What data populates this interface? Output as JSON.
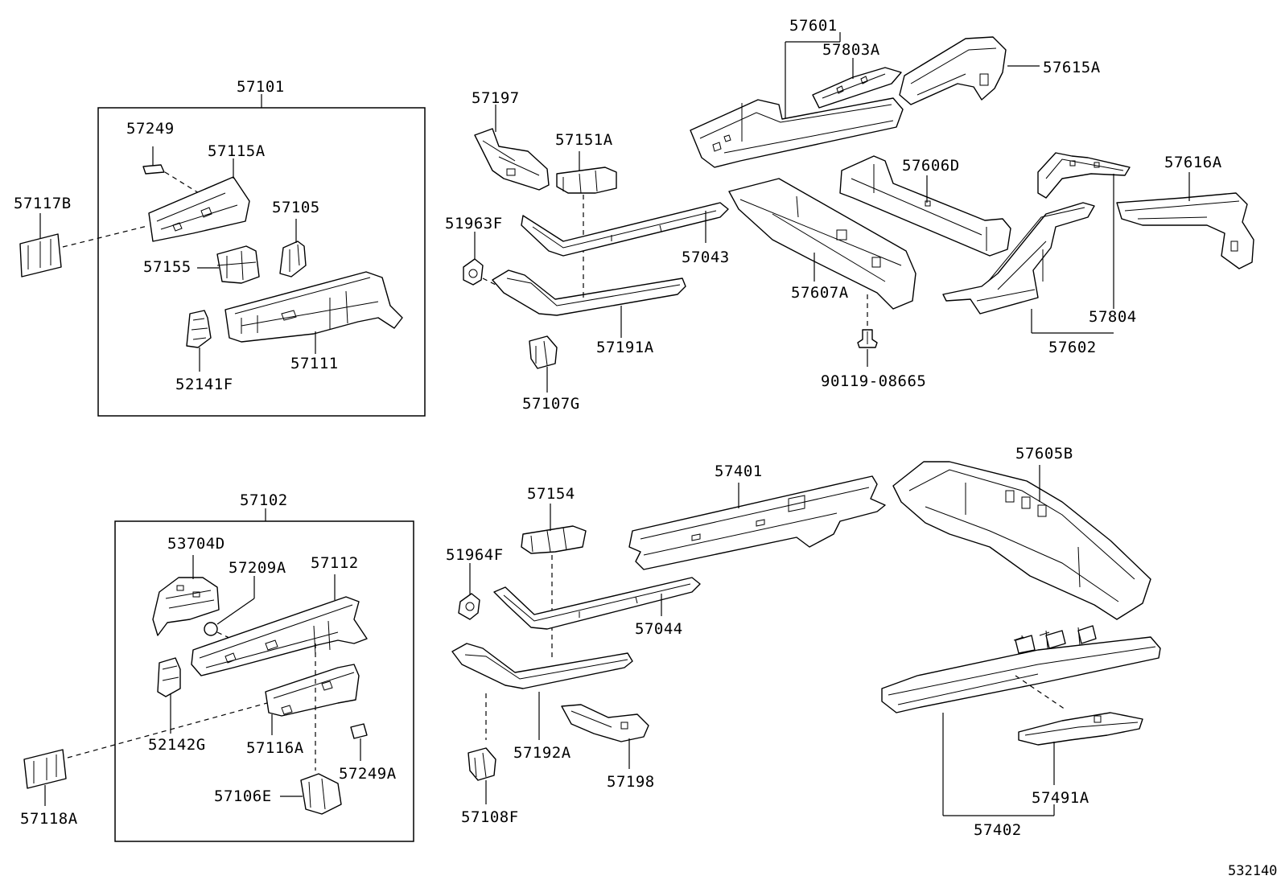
{
  "labels": {
    "p57101": "57101",
    "p57249": "57249",
    "p57115A": "57115A",
    "p57117B": "57117B",
    "p57105": "57105",
    "p57155": "57155",
    "p57111": "57111",
    "p52141F": "52141F",
    "p57197": "57197",
    "p57151A": "57151A",
    "p51963F": "51963F",
    "p57043": "57043",
    "p57191A": "57191A",
    "p57107G": "57107G",
    "p57601": "57601",
    "p57803A": "57803A",
    "p57615A": "57615A",
    "p57606D": "57606D",
    "p57616A": "57616A",
    "p57607A": "57607A",
    "p57804": "57804",
    "p57602": "57602",
    "p90119": "90119-08665",
    "p57102": "57102",
    "p53704D": "53704D",
    "p57209A": "57209A",
    "p57112": "57112",
    "p52142G": "52142G",
    "p57116A": "57116A",
    "p57118A": "57118A",
    "p57249A": "57249A",
    "p57106E": "57106E",
    "p57154": "57154",
    "p51964F": "51964F",
    "p57044": "57044",
    "p57192A": "57192A",
    "p57198": "57198",
    "p57108F": "57108F",
    "p57401": "57401",
    "p57605B": "57605B",
    "p57402": "57402",
    "p57491A": "57491A"
  },
  "page_number": "532140"
}
